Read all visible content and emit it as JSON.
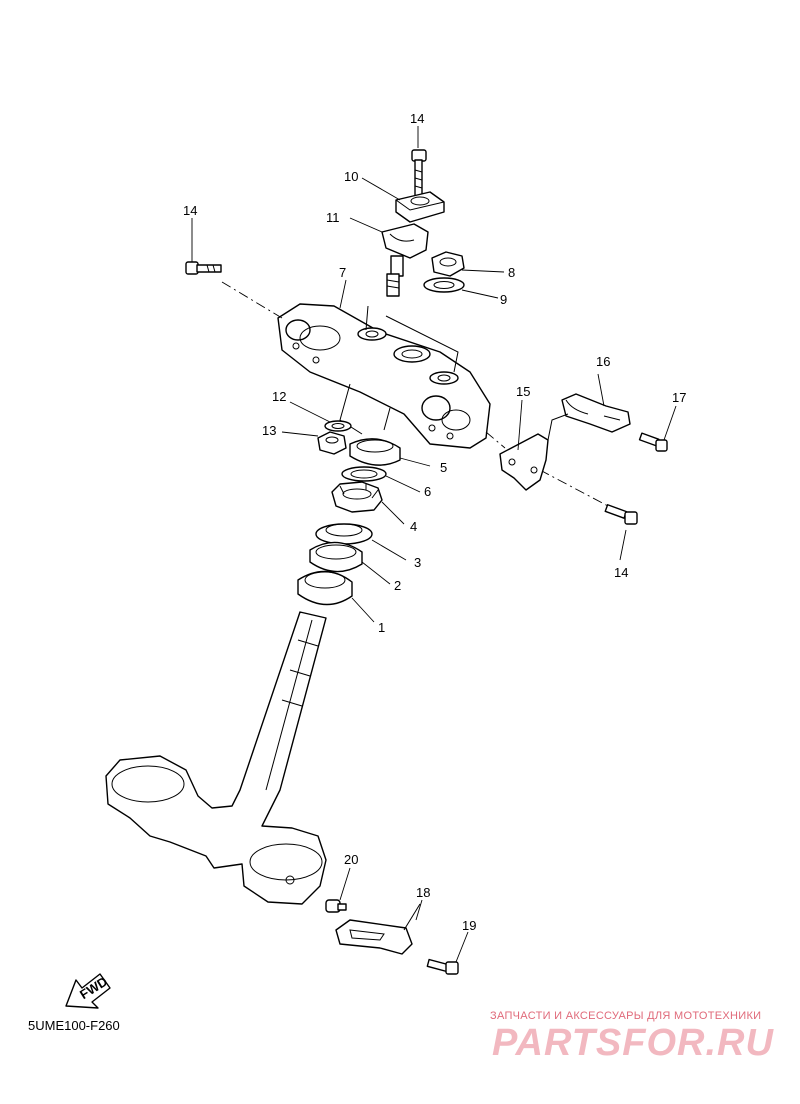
{
  "diagram": {
    "code": "5UME100-F260",
    "fwd_label": "FWD",
    "callouts": [
      {
        "id": "c14a",
        "text": "14"
      },
      {
        "id": "c10",
        "text": "10"
      },
      {
        "id": "c11",
        "text": "11"
      },
      {
        "id": "c14b",
        "text": "14"
      },
      {
        "id": "c7",
        "text": "7"
      },
      {
        "id": "c8",
        "text": "8"
      },
      {
        "id": "c9",
        "text": "9"
      },
      {
        "id": "c16",
        "text": "16"
      },
      {
        "id": "c15",
        "text": "15"
      },
      {
        "id": "c17",
        "text": "17"
      },
      {
        "id": "c12",
        "text": "12"
      },
      {
        "id": "c13",
        "text": "13"
      },
      {
        "id": "c5",
        "text": "5"
      },
      {
        "id": "c6",
        "text": "6"
      },
      {
        "id": "c4",
        "text": "4"
      },
      {
        "id": "c14c",
        "text": "14"
      },
      {
        "id": "c3",
        "text": "3"
      },
      {
        "id": "c2",
        "text": "2"
      },
      {
        "id": "c1",
        "text": "1"
      },
      {
        "id": "c20",
        "text": "20"
      },
      {
        "id": "c18",
        "text": "18"
      },
      {
        "id": "c19",
        "text": "19"
      }
    ]
  },
  "watermark": {
    "tagline": "ЗАПЧАСТИ И АКСЕССУАРЫ ДЛЯ МОТОТЕХНИКИ",
    "logo": "PARTSFOR.RU"
  }
}
